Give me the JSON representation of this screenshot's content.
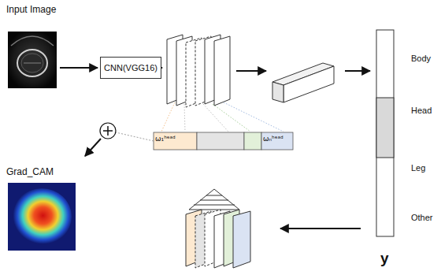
{
  "diagram": {
    "nodes": [
      {
        "text": [
          "CNN(VGG16)"
        ]
      }
    ],
    "labels": [
      "Input Image",
      "ω₁ʰᵉᵃᵈ",
      "ωₙʰᵉᵃᵈ",
      "Grad_CAM",
      "Body",
      "Head",
      "Leg",
      "Other",
      "y"
    ]
  }
}
